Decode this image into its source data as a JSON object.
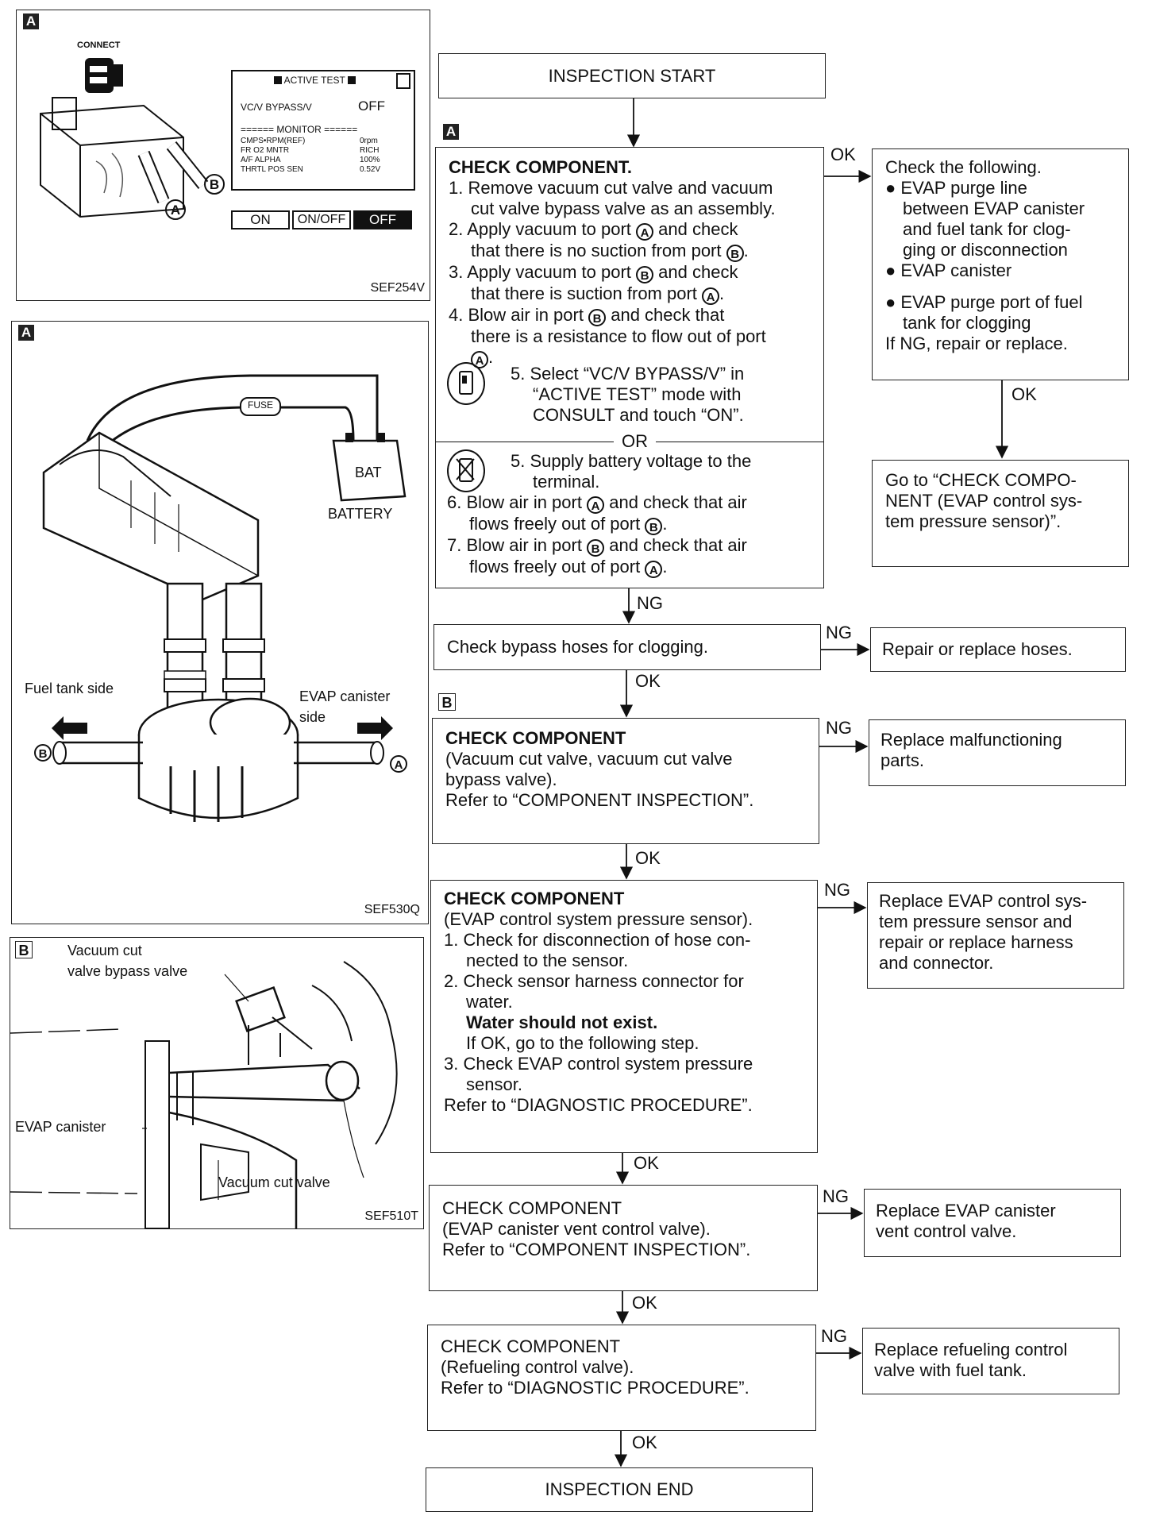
{
  "panel_a1": {
    "tag": "A",
    "connect": "CONNECT",
    "screen_title": "ACTIVE TEST",
    "item_label": "VC/V BYPASS/V",
    "item_value": "OFF",
    "monitor_header": "====== MONITOR ======",
    "monitor": [
      {
        "name": "CMPS•RPM(REF)",
        "value": "0rpm"
      },
      {
        "name": "FR O2 MNTR",
        "value": "RICH"
      },
      {
        "name": "A/F ALPHA",
        "value": "100%"
      },
      {
        "name": "THRTL POS SEN",
        "value": "0.52V"
      }
    ],
    "buttons": [
      "ON",
      "ON/OFF",
      "OFF"
    ],
    "port_a": "A",
    "port_b": "B",
    "code": "SEF254V"
  },
  "panel_a2": {
    "tag": "A",
    "fuse": "FUSE",
    "bat": "BAT",
    "battery": "BATTERY",
    "fuel_tank_side": "Fuel tank side",
    "evap_side_1": "EVAP canister",
    "evap_side_2": "side",
    "port_a": "A",
    "port_b": "B",
    "code": "SEF530Q"
  },
  "panel_b": {
    "tag": "B",
    "vac_bypass_1": "Vacuum cut",
    "vac_bypass_2": "valve bypass valve",
    "evap_canister": "EVAP canister",
    "vac_cut_valve": "Vacuum cut valve",
    "code": "SEF510T"
  },
  "flow": {
    "start": "INSPECTION START",
    "end": "INSPECTION END",
    "tag_a": "A",
    "tag_b": "B",
    "check1": {
      "title": "CHECK COMPONENT.",
      "s1a": "1. Remove vacuum cut valve and vacuum",
      "s1b": "cut valve bypass valve as an assembly.",
      "s2a": "2. Apply vacuum to port",
      "s2b": "and check",
      "s2c": "that there is no suction from port",
      "s3a": "3. Apply vacuum to port",
      "s3b": "and check",
      "s3c": "that there is suction from port",
      "s4a": "4. Blow air in port",
      "s4b": "and check that",
      "s4c": "there is a resistance to flow out of port",
      "s5a": "5. Select “VC/V BYPASS/V” in",
      "s5b": "“ACTIVE TEST” mode with",
      "s5c": "CONSULT and touch “ON”.",
      "or": "OR",
      "s5d": "5. Supply battery voltage to the",
      "s5e": "terminal.",
      "s6a": "6. Blow air in port",
      "s6b": "and check that air",
      "s6c": "flows freely out of port",
      "s7a": "7. Blow air in port",
      "s7b": "and check that air",
      "s7c": "flows freely out of port",
      "port_a": "A",
      "port_b": "B"
    },
    "ok_box": {
      "l1": "Check the following.",
      "b1a": "EVAP purge line",
      "b1b": "between EVAP canister",
      "b1c": "and fuel tank for clog-",
      "b1d": "ging or disconnection",
      "b2": "EVAP canister",
      "b3a": "EVAP purge port of fuel",
      "b3b": "tank for clogging",
      "l_end": "If NG, repair or replace."
    },
    "goto_box": {
      "l1": "Go to “CHECK COMPO-",
      "l2": "NENT (EVAP control sys-",
      "l3": "tem pressure sensor)”."
    },
    "bypass": "Check bypass hoses for clogging.",
    "repair_hoses": "Repair or replace hoses.",
    "check2": {
      "title": "CHECK COMPONENT",
      "l1": "(Vacuum cut valve, vacuum cut valve",
      "l2": "bypass valve).",
      "l3": "Refer to “COMPONENT INSPECTION”."
    },
    "replace_parts": {
      "l1": "Replace malfunctioning",
      "l2": "parts."
    },
    "check3": {
      "title": "CHECK COMPONENT",
      "l1": "(EVAP control system pressure sensor).",
      "l2": "1. Check for disconnection of hose con-",
      "l3": "nected to the sensor.",
      "l4": "2. Check sensor harness connector for",
      "l5": "water.",
      "l6": "Water should not exist.",
      "l7": "If OK, go to the following step.",
      "l8": "3. Check EVAP control system pressure",
      "l9": "sensor.",
      "l10": "Refer to “DIAGNOSTIC PROCEDURE”."
    },
    "replace_sensor": {
      "l1": "Replace EVAP control sys-",
      "l2": "tem pressure sensor and",
      "l3": "repair or replace harness",
      "l4": "and connector."
    },
    "check4": {
      "title": "CHECK COMPONENT",
      "l1": "(EVAP canister vent control valve).",
      "l2": "Refer to “COMPONENT INSPECTION”."
    },
    "replace_vent": {
      "l1": "Replace EVAP canister",
      "l2": "vent control valve."
    },
    "check5": {
      "title": "CHECK COMPONENT",
      "l1": "(Refueling control valve).",
      "l2": "Refer to “DIAGNOSTIC PROCEDURE”."
    },
    "replace_refuel": {
      "l1": "Replace refueling control",
      "l2": "valve with fuel tank."
    },
    "ok": "OK",
    "ng": "NG"
  }
}
